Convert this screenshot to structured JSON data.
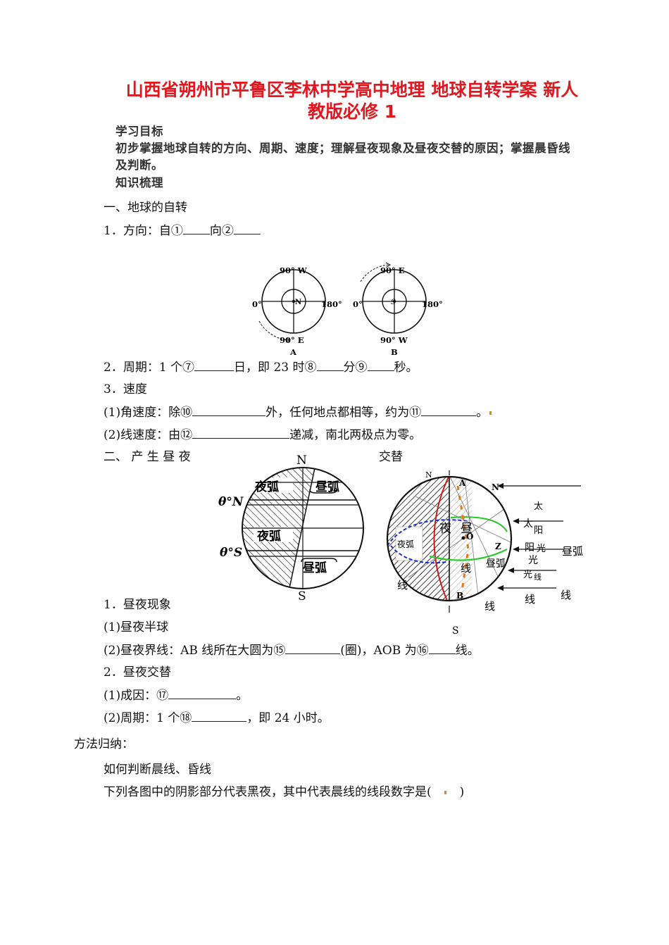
{
  "title": {
    "line1": "山西省朔州市平鲁区李林中学高中地理 地球自转学案 新人",
    "line2": "教版必修 1"
  },
  "header_box": {
    "goal_heading": "学习目标",
    "goal_text_1": "初步掌握地球自转的方向、周期、速度；理解昼夜现象及昼夜交替的原因；掌握晨昏线",
    "goal_text_2": "及判断。",
    "review_heading": "知识梳理"
  },
  "section1": {
    "heading": "一、地球的自转",
    "direction_a": "1．方向：自①",
    "direction_b": "向②",
    "period_a": "2．周期：1 个⑦",
    "period_b": "日，即 23 时⑧",
    "period_c": "分⑨",
    "period_d": "秒。",
    "speed_heading": "3．速度",
    "angular_a": "(1)角速度：除⑩",
    "angular_b": "外，任何地点都相等，约为⑪",
    "angular_c": "。",
    "linear_a": "(2)线速度：由⑫",
    "linear_b": "递减，南北两极点为零。"
  },
  "fig1": {
    "a_top": "90° W",
    "a_left": "0°",
    "a_right": "180°",
    "a_bottom": "90° E",
    "a_center": "N",
    "a_caption": "A",
    "b_top": "90° E",
    "b_left": "0°",
    "b_right": "180°",
    "b_bottom": "90° W",
    "b_center": "S",
    "b_caption": "B"
  },
  "section2": {
    "heading": "二、 产 生 昼 夜",
    "heading_right": "交替",
    "phenomenon": "1．昼夜现象",
    "hemisphere": "(1)昼夜半球",
    "terminator_a": "(2)昼夜界线：AB 线所在大圆为⑮",
    "terminator_b": "(圈)，AOB 为⑯",
    "terminator_c": "线。",
    "alternation": "2．昼夜交替",
    "cause_a": "(1)成因：⑰",
    "cause_b": "。",
    "cycle_a": "(2)周期：1 个⑱",
    "cycle_b": "，即 24 小时。"
  },
  "fig2": {
    "top": "N",
    "bottom": "S",
    "theta_n": "θ°N",
    "theta_s": "θ°S",
    "night_arc_1": "夜弧",
    "day_arc_1": "昼弧",
    "night_arc_2": "夜弧",
    "day_arc_2": "昼弧"
  },
  "fig3": {
    "top": "N",
    "bottom": "S",
    "a": "A",
    "b": "B",
    "o": "O",
    "z": "Z",
    "n_right": "N",
    "night": "夜",
    "day": "昼",
    "night_arc": "夜弧",
    "day_arc": "昼弧",
    "day_arc_outside": "昼弧",
    "line_left": "线",
    "line_mid": "线",
    "line_bottom": "线",
    "line_right1": "线",
    "line_right2": "线",
    "line_small": "线",
    "sun_1": "太",
    "sun_2": "阳",
    "sun_3": "光",
    "sun_4": "光",
    "overlay_1": "太",
    "overlay_2": "阳",
    "overlay_3": "光"
  },
  "method": {
    "heading": "方法归纳：",
    "sub": "如何判断晨线、昏线",
    "question_a": "下列各图中的阴影部分代表黑夜，其中代表晨线的线段数字是(",
    "question_b": ")"
  }
}
